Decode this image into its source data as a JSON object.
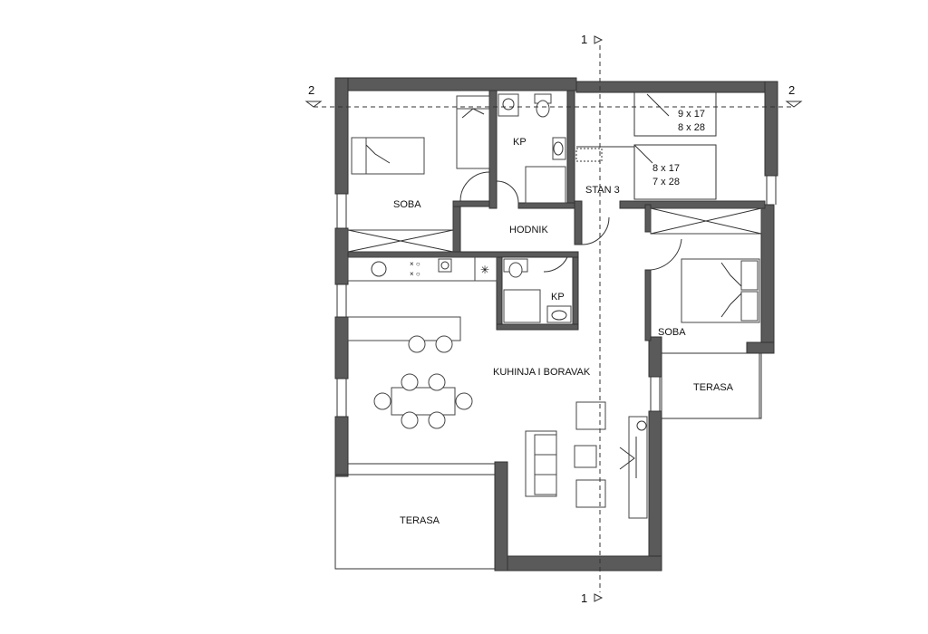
{
  "rooms": {
    "soba_left": "SOBA",
    "kp_top": "KP",
    "stan": "STAN 3",
    "hodnik": "HODNIK",
    "kp_middle": "KP",
    "soba_right": "SOBA",
    "kuhinja": "KUHINJA I BORAVAK",
    "terasa_right": "TERASA",
    "terasa_left": "TERASA"
  },
  "stairs": {
    "upper_top": "9 x 17",
    "upper_bottom": "8 x 28",
    "lower_top": "8 x 17",
    "lower_bottom": "7 x 28"
  },
  "section_marks": {
    "vertical_top": "1",
    "vertical_bottom": "1",
    "horizontal_left": "2",
    "horizontal_right": "2"
  }
}
